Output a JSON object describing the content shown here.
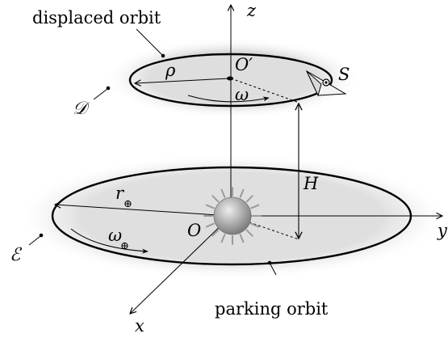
{
  "labels": {
    "displaced_orbit": "displaced orbit",
    "parking_orbit": "parking orbit",
    "z_axis": "z",
    "y_axis": "y",
    "x_axis": "x",
    "origin": "O",
    "displaced_center": "O′",
    "spacecraft": "S",
    "displaced_radius": "ρ",
    "displaced_rate": "ω",
    "parking_radius": "r",
    "parking_radius_sub": "⊕",
    "parking_rate": "ω",
    "parking_rate_sub": "⊕",
    "height": "H",
    "displaced_plane": "𝒟",
    "earth_plane": "ℰ"
  },
  "colors": {
    "stroke": "#000000",
    "glow": "#d8d8d8",
    "earth_fill_light": "#e6e6e6",
    "earth_fill_dark": "#8c8c8c",
    "earth_rays": "#9a9a9a"
  }
}
